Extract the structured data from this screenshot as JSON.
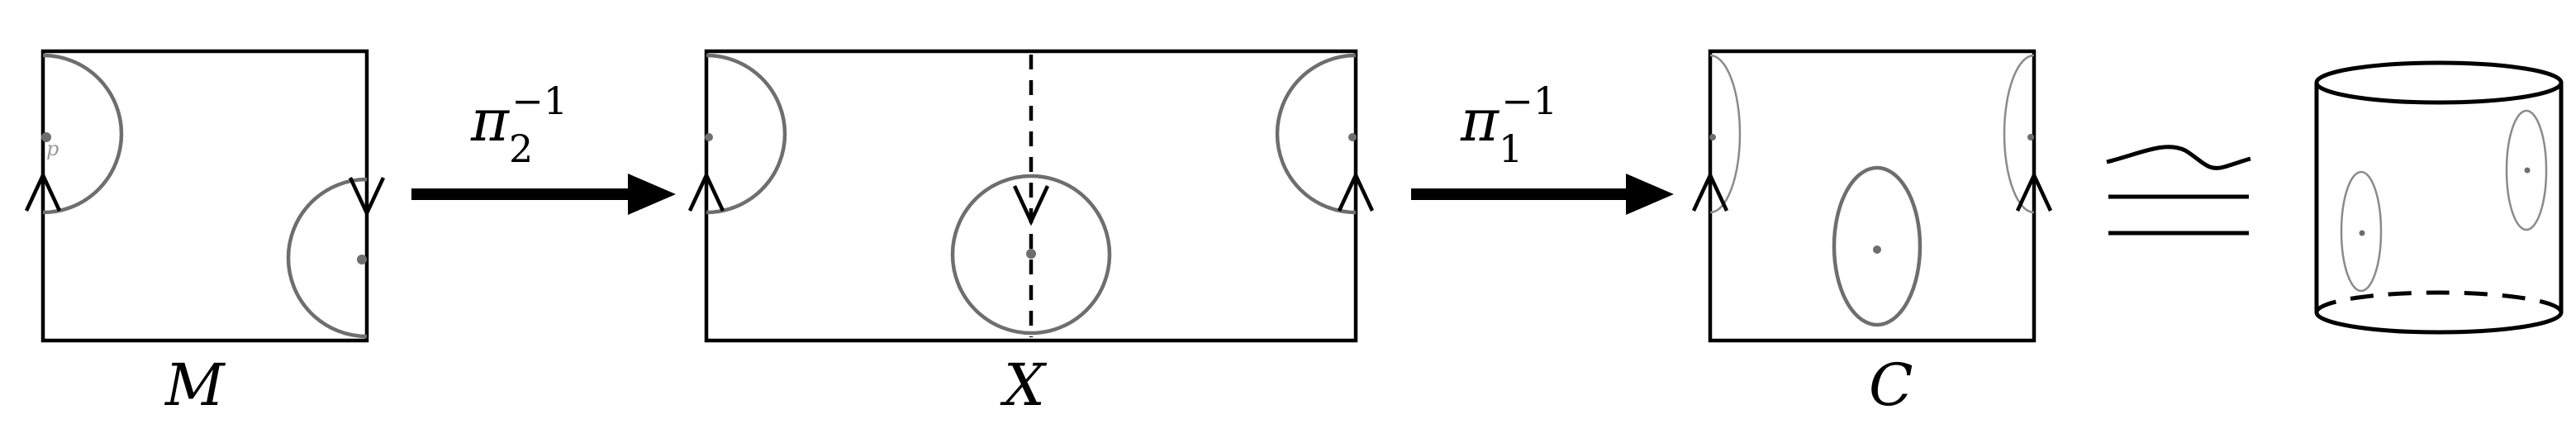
{
  "labels": {
    "m": "M",
    "x": "X",
    "c": "C",
    "p": "p"
  },
  "maps": {
    "first": {
      "symbol": "π",
      "index": "2",
      "exponent": "−1"
    },
    "second": {
      "symbol": "π",
      "index": "1",
      "exponent": "−1"
    }
  },
  "relation_symbol": "homeomorphic"
}
